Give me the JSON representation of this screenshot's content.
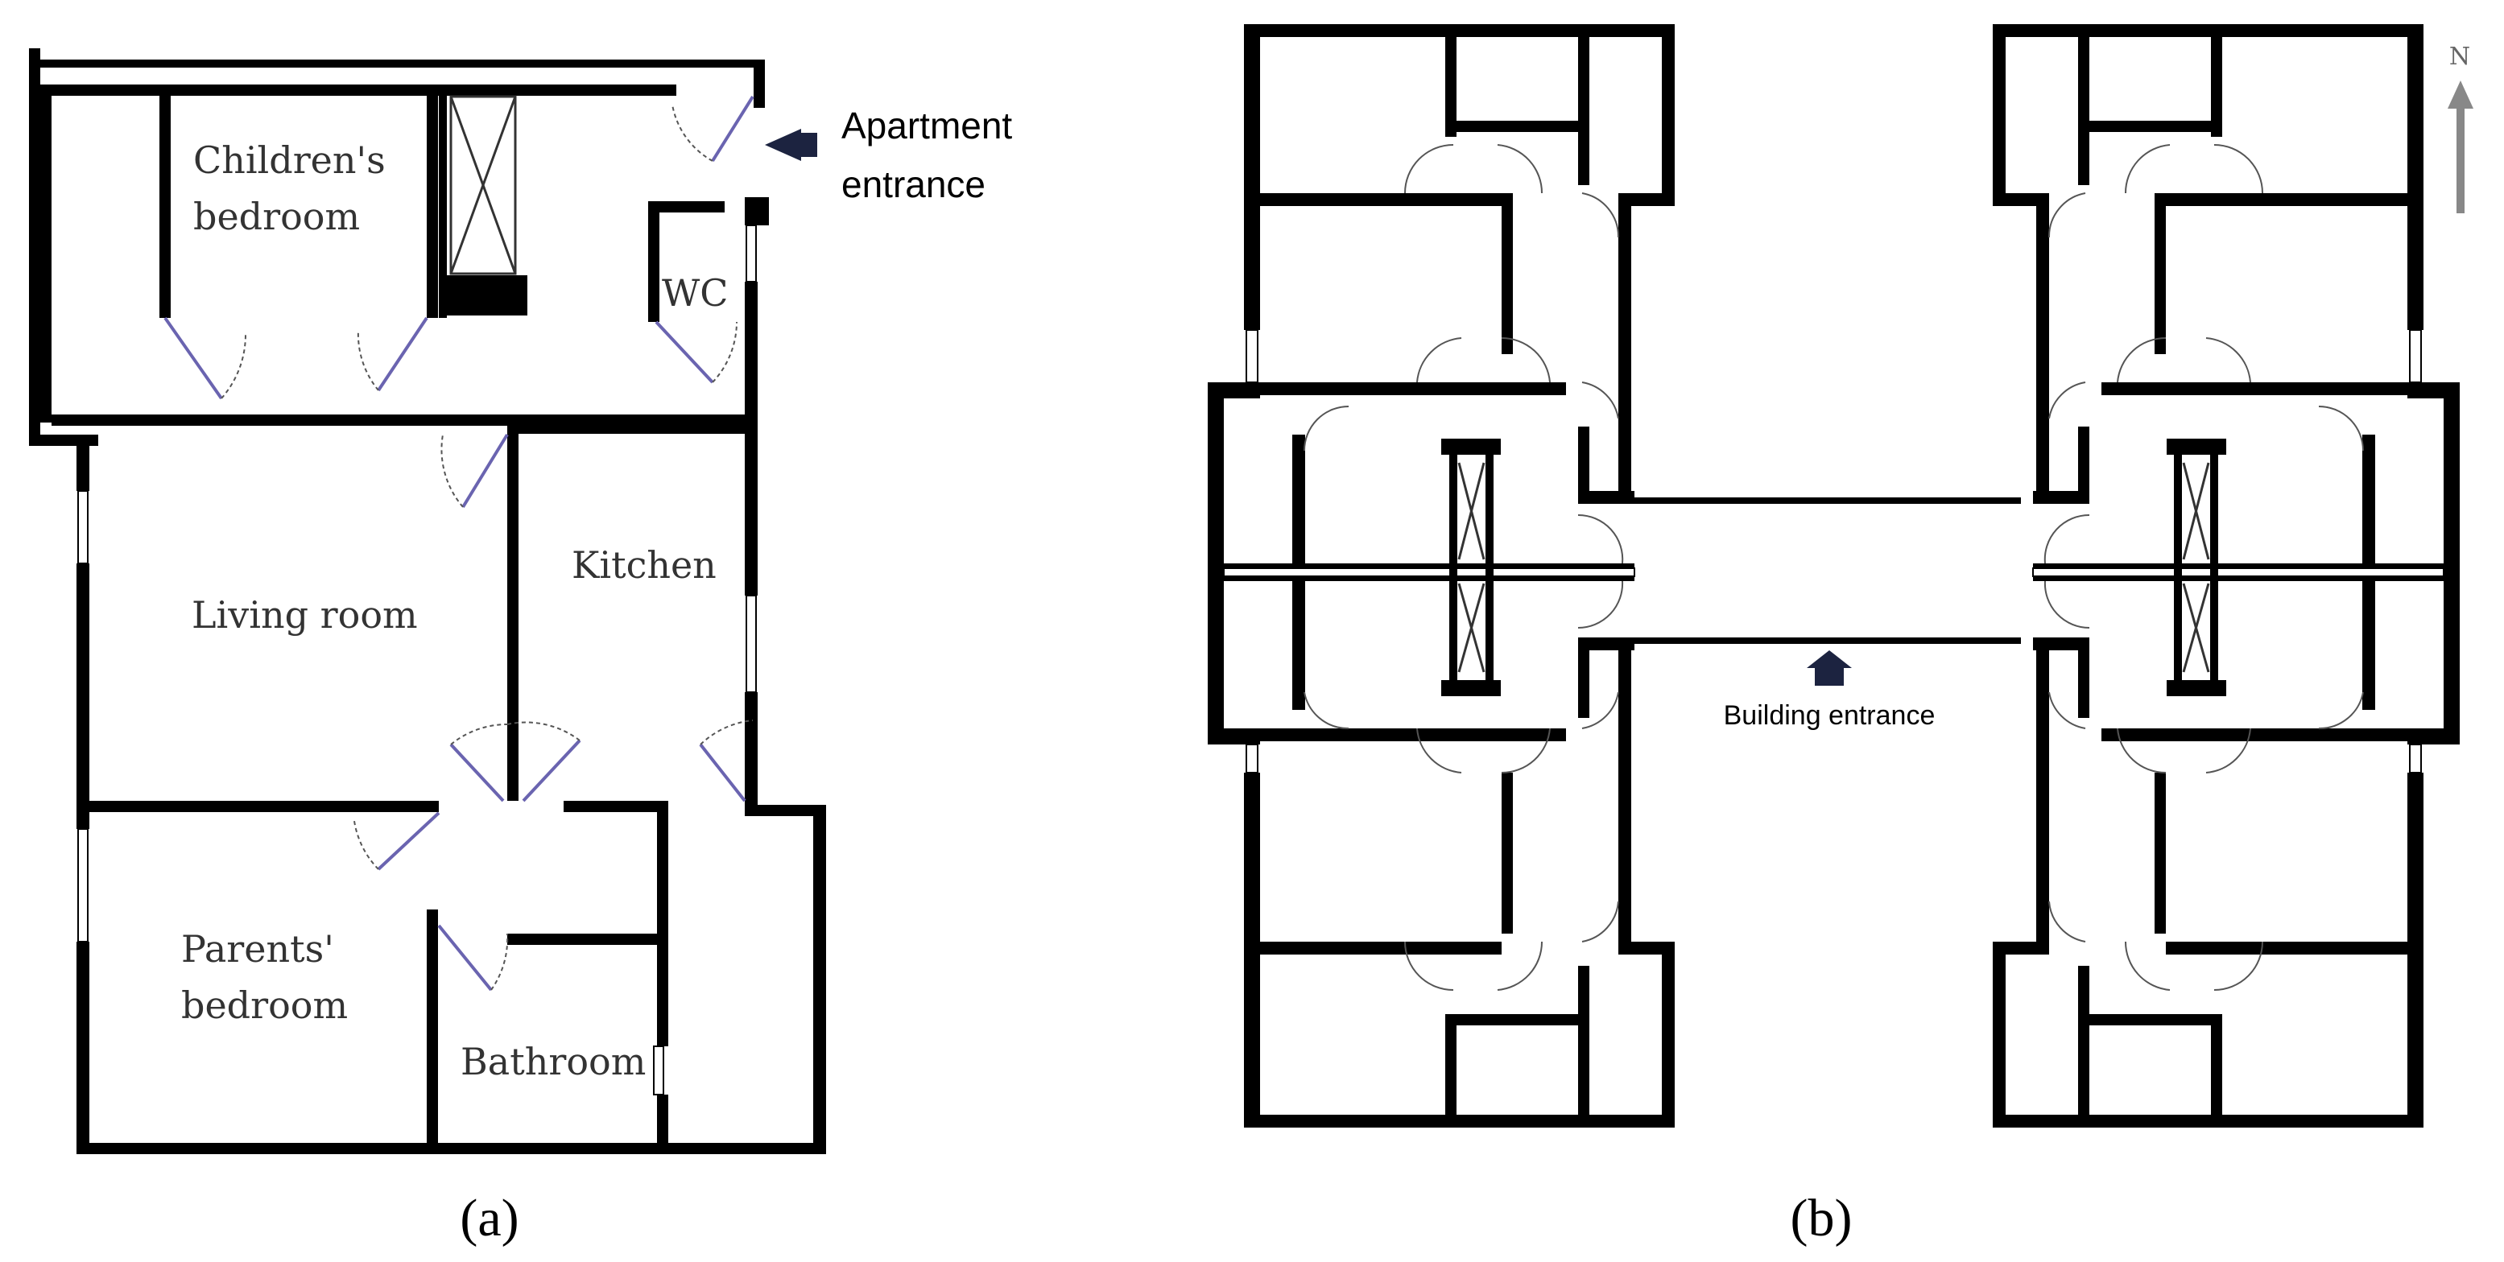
{
  "panel_a": {
    "rooms": {
      "childrens_bedroom": [
        "Children's",
        "bedroom"
      ],
      "wc": "WC",
      "kitchen": "Kitchen",
      "living_room": "Living room",
      "parents_bedroom": [
        "Parents'",
        "bedroom"
      ],
      "bathroom": "Bathroom"
    },
    "entrance_label": [
      "Apartment",
      "entrance"
    ],
    "panel_label": "(a)"
  },
  "panel_b": {
    "building_entrance_label": "Building entrance",
    "north_label": "N",
    "panel_label": "(b)"
  },
  "colors": {
    "walls": "#000000",
    "door_leaf": "#6a64b0",
    "text": "#333333"
  }
}
